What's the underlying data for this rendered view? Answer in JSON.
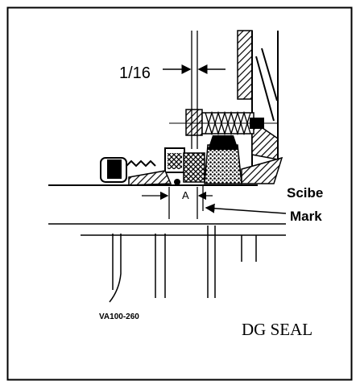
{
  "labels": {
    "dimension": "1/16",
    "gap": "A",
    "scribe": "Scibe",
    "mark": "Mark",
    "figure_code": "VA100-260",
    "title": "DG SEAL"
  }
}
